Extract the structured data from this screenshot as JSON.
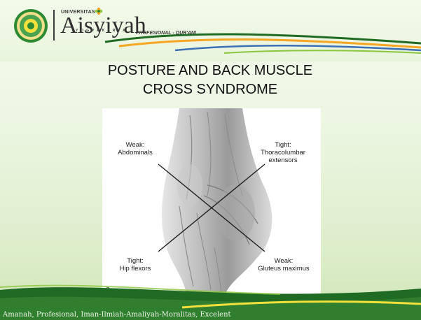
{
  "header": {
    "brand_small": "UNIVERSITAS",
    "brand_main": "Aisyiyah",
    "brand_sub": "YOGYAKARTA",
    "tagline": "PROFESIONAL - QUR'ANI"
  },
  "slide": {
    "title_line1": "POSTURE AND BACK MUSCLE",
    "title_line2": "CROSS SYNDROME"
  },
  "figure": {
    "weak_abdominals_1": "Weak:",
    "weak_abdominals_2": "Abdominals",
    "tight_thoraco_1": "Tight:",
    "tight_thoraco_2": "Thoracolumbar",
    "tight_thoraco_3": "extensors",
    "tight_hip_1": "Tight:",
    "tight_hip_2": "Hip flexors",
    "weak_glute_1": "Weak:",
    "weak_glute_2": "Gluteus maximus",
    "panel_letter": "a"
  },
  "footer": {
    "text": "Amanah, Profesional, Iman-Ilmiah-Amaliyah-Moralitas, Excelent"
  },
  "colors": {
    "dark_green": "#1f6b24",
    "light_green": "#8cc63f",
    "orange": "#f5a623",
    "blue": "#3b6fb6",
    "yellow": "#f3e03b"
  }
}
